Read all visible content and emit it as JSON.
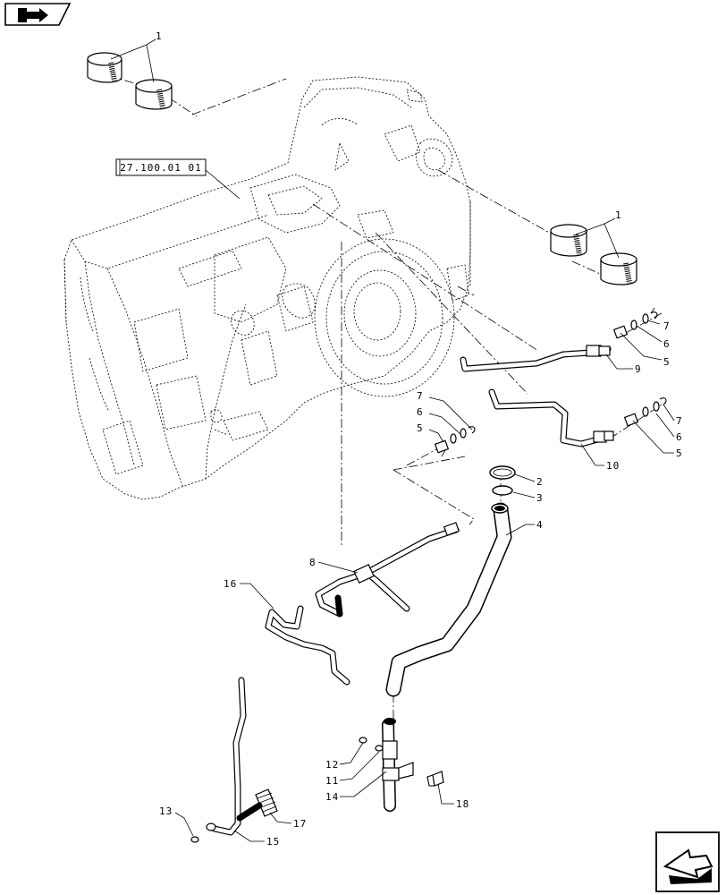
{
  "reference_label": "27.100.01 01",
  "callouts": [
    {
      "id": "c1a",
      "text": "1"
    },
    {
      "id": "c1b",
      "text": "1"
    },
    {
      "id": "c2",
      "text": "2"
    },
    {
      "id": "c3",
      "text": "3"
    },
    {
      "id": "c4",
      "text": "4"
    },
    {
      "id": "c5a",
      "text": "5"
    },
    {
      "id": "c6a",
      "text": "6"
    },
    {
      "id": "c7a",
      "text": "7"
    },
    {
      "id": "c9",
      "text": "9"
    },
    {
      "id": "c7b",
      "text": "7"
    },
    {
      "id": "c6b",
      "text": "6"
    },
    {
      "id": "c5b",
      "text": "5"
    },
    {
      "id": "c7c",
      "text": "7"
    },
    {
      "id": "c6c",
      "text": "6"
    },
    {
      "id": "c5c",
      "text": "5"
    },
    {
      "id": "c10",
      "text": "10"
    },
    {
      "id": "c8",
      "text": "8"
    },
    {
      "id": "c16",
      "text": "16"
    },
    {
      "id": "c12",
      "text": "12"
    },
    {
      "id": "c11",
      "text": "11"
    },
    {
      "id": "c14",
      "text": "14"
    },
    {
      "id": "c18",
      "text": "18"
    },
    {
      "id": "c13",
      "text": "13"
    },
    {
      "id": "c17",
      "text": "17"
    },
    {
      "id": "c15",
      "text": "15"
    }
  ],
  "icons": {
    "top_left": "book-arrow-icon",
    "bottom_right": "next-page-arrow-icon"
  }
}
